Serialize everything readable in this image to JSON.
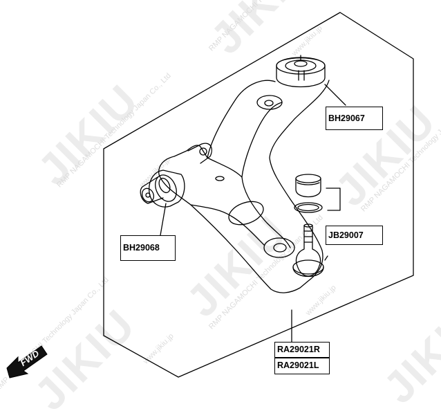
{
  "watermark": {
    "brand": "JIKIU",
    "company": "RMP NAGAMOCHI Technology Japan Co., Ltd",
    "url": "www.jikiu.jp"
  },
  "parts": {
    "upper_bushing": "BH29067",
    "front_bushing": "BH29068",
    "ball_joint": "JB29007",
    "arm_right": "RA29021R",
    "arm_left": "RA29021L"
  },
  "direction_label": "FWD",
  "colors": {
    "line": "#000000",
    "watermark": "#e6e6e6"
  }
}
